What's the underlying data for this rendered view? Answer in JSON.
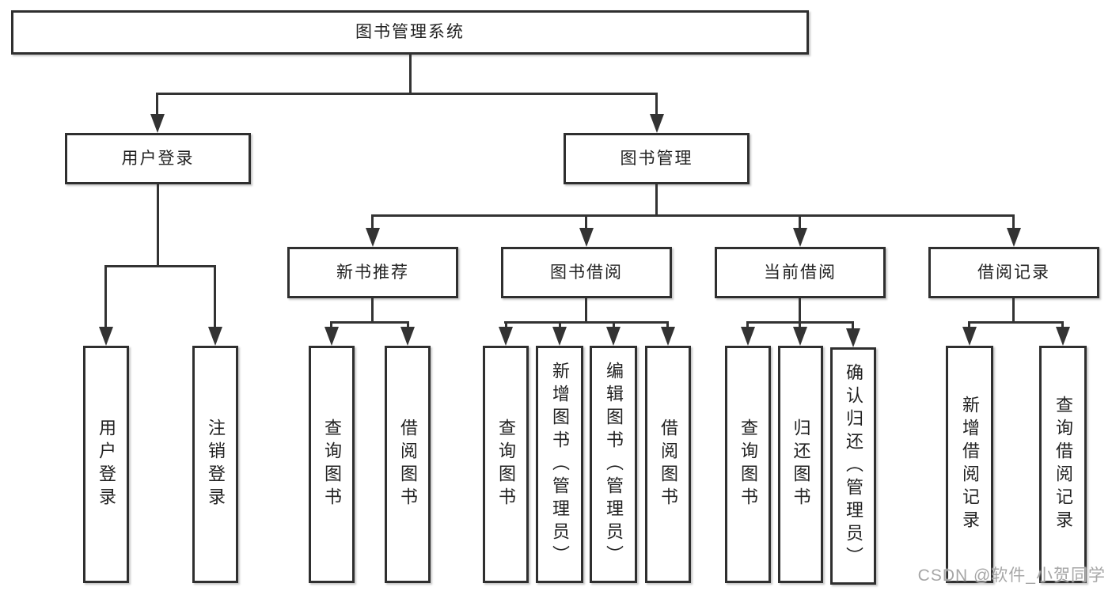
{
  "diagram": {
    "root": {
      "label": "图书管理系统"
    },
    "user_login": {
      "label": "用户登录"
    },
    "book_mgmt": {
      "label": "图书管理"
    },
    "modules": [
      {
        "label": "新书推荐"
      },
      {
        "label": "图书借阅"
      },
      {
        "label": "当前借阅"
      },
      {
        "label": "借阅记录"
      }
    ],
    "leaves": {
      "login": [
        {
          "label": "用户登录"
        },
        {
          "label": "注销登录"
        }
      ],
      "recommend": [
        {
          "label": "查询图书"
        },
        {
          "label": "借阅图书"
        }
      ],
      "borrow": [
        {
          "label": "查询图书"
        },
        {
          "label": "新增图书（管理员）"
        },
        {
          "label": "编辑图书（管理员）"
        },
        {
          "label": "借阅图书"
        }
      ],
      "current": [
        {
          "label": "查询图书"
        },
        {
          "label": "归还图书"
        },
        {
          "label": "确认归还（管理员）"
        }
      ],
      "records": [
        {
          "label": "新增借阅记录"
        },
        {
          "label": "查询借阅记录"
        }
      ]
    },
    "watermark": "CSDN @软件_小贺同学",
    "colors": {
      "line": "#333333",
      "border": "#2f2f2f",
      "background": "#ffffff",
      "watermark": "#a6a6a6"
    }
  }
}
